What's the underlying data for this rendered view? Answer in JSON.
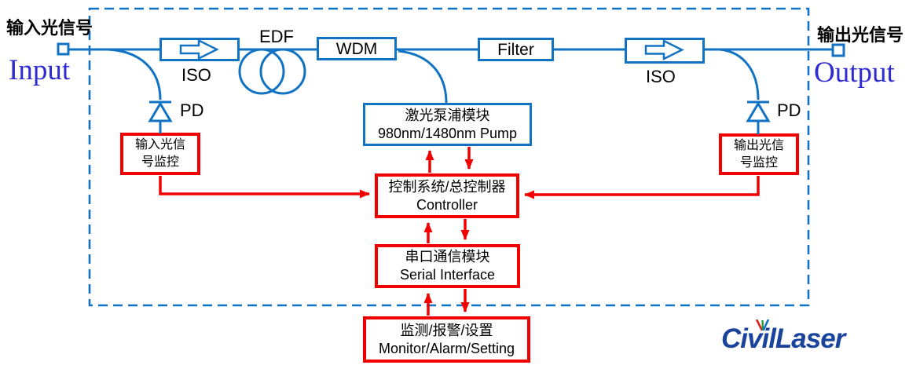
{
  "labels": {
    "input_cn": "输入光信号",
    "input_en": "Input",
    "output_cn": "输出光信号",
    "output_en": "Output",
    "edf": "EDF",
    "iso_left": "ISO",
    "iso_right": "ISO",
    "pd_left": "PD",
    "pd_right": "PD"
  },
  "boxes": {
    "wdm": {
      "label": "WDM"
    },
    "filter": {
      "label": "Filter"
    },
    "pump": {
      "line1": "激光泵浦模块",
      "line2": "980nm/1480nm Pump"
    },
    "input_monitor": {
      "line1": "输入光信",
      "line2": "号监控"
    },
    "output_monitor": {
      "line1": "输出光信",
      "line2": "号监控"
    },
    "controller": {
      "line1": "控制系统/总控制器",
      "line2": "Controller"
    },
    "serial": {
      "line1": "串口通信模块",
      "line2": "Serial Interface"
    },
    "monitor": {
      "line1": "监测/报警/设置",
      "line2": "Monitor/Alarm/Setting"
    }
  },
  "logo": {
    "text": "CivilLaser"
  },
  "colors": {
    "blue": "#1273C4",
    "red": "#F20000",
    "io_text": "#2F2BD2",
    "logo_blue": "#1A449C"
  }
}
